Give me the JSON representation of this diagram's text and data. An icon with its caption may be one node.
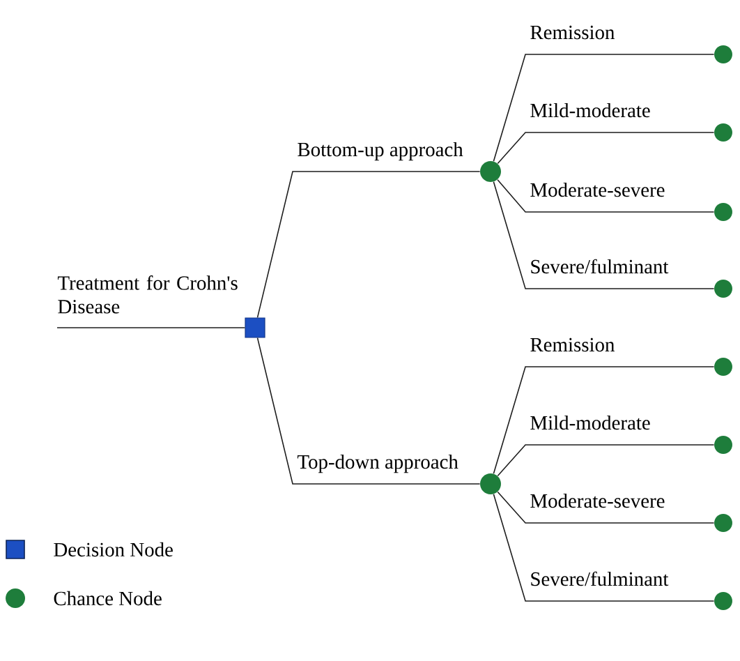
{
  "diagram": {
    "nodes": [
      {
        "text": [],
        "shape": "box"
      },
      {
        "text": [],
        "shape": "circle"
      },
      {
        "text": [],
        "shape": "circle"
      },
      {
        "text": [],
        "shape": "circle"
      },
      {
        "text": [],
        "shape": "circle"
      },
      {
        "text": [],
        "shape": "circle"
      },
      {
        "text": [],
        "shape": "circle"
      },
      {
        "text": [],
        "shape": "circle"
      },
      {
        "text": [],
        "shape": "circle"
      },
      {
        "text": [],
        "shape": "circle"
      },
      {
        "text": [],
        "shape": "circle"
      }
    ],
    "edges": [
      {
        "from": null,
        "to": 0,
        "arrow": "none",
        "label": "Treatment for Crohn's Disease"
      },
      {
        "from": 0,
        "to": 1,
        "arrow": "none",
        "label": "Bottom-up approach"
      },
      {
        "from": 1,
        "to": 2,
        "arrow": "none",
        "label": "Remission"
      },
      {
        "from": 1,
        "to": 3,
        "arrow": "none",
        "label": "Mild-moderate"
      },
      {
        "from": 1,
        "to": 4,
        "arrow": "none",
        "label": "Moderate-severe"
      },
      {
        "from": 1,
        "to": 5,
        "arrow": "none",
        "label": "Severe/fulminant"
      },
      {
        "from": 0,
        "to": 6,
        "arrow": "none",
        "label": "Top-down approach"
      },
      {
        "from": 6,
        "to": 7,
        "arrow": "none",
        "label": "Remission"
      },
      {
        "from": 6,
        "to": 8,
        "arrow": "none",
        "label": "Mild-moderate"
      },
      {
        "from": 6,
        "to": 9,
        "arrow": "none",
        "label": "Moderate-severe"
      },
      {
        "from": 6,
        "to": 10,
        "arrow": "none",
        "label": "Severe/fulminant"
      }
    ],
    "legend": [
      {
        "text": "Decision Node",
        "color": "#1c4fc2"
      },
      {
        "text": "Chance Node",
        "color": "#1e7d3b"
      }
    ]
  }
}
